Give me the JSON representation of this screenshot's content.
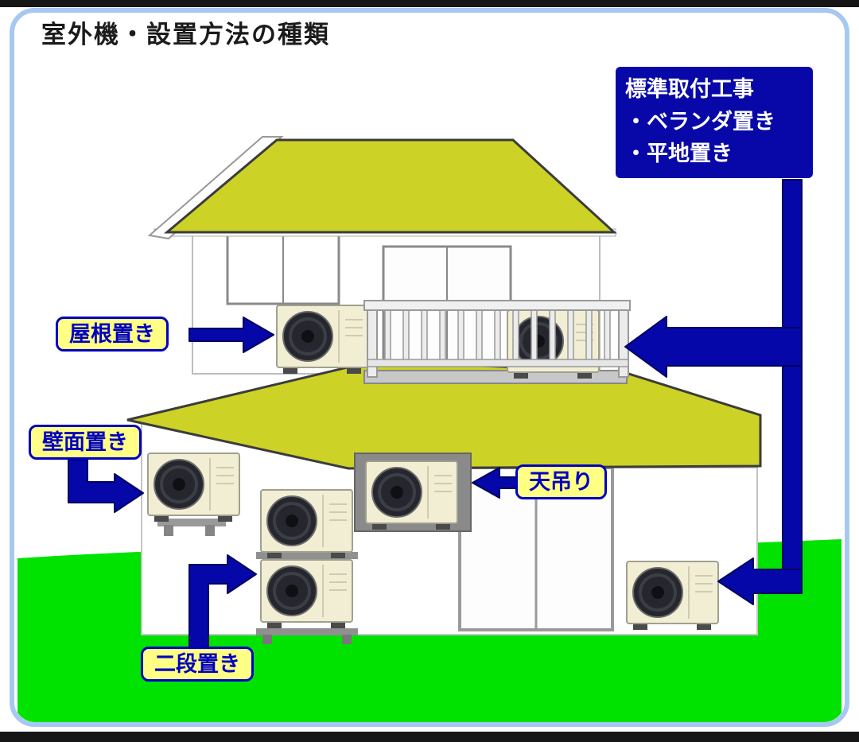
{
  "page": {
    "title": "室外機・設置方法の種類"
  },
  "info_box": {
    "title": "標準取付工事",
    "items": [
      "・ベランダ置き",
      "・平地置き"
    ]
  },
  "labels": {
    "roof_placement": "屋根置き",
    "wall_placement": "壁面置き",
    "ceiling_hung": "天吊り",
    "two_tier_placement": "二段置き"
  },
  "icons": {
    "ac_unit": "outdoor-ac-unit-icon",
    "arrow": "navy-block-arrow-icon"
  },
  "colors": {
    "accent_navy": "#0808a8",
    "arrow_navy": "#0507a8",
    "label_yellow": "#ffff85",
    "label_blue": "#0000c0",
    "roof_yellow": "#cdd226",
    "grass_green": "#00e300",
    "unit_beige": "#f2eed4",
    "frame_blue": "#a6c8f2"
  }
}
